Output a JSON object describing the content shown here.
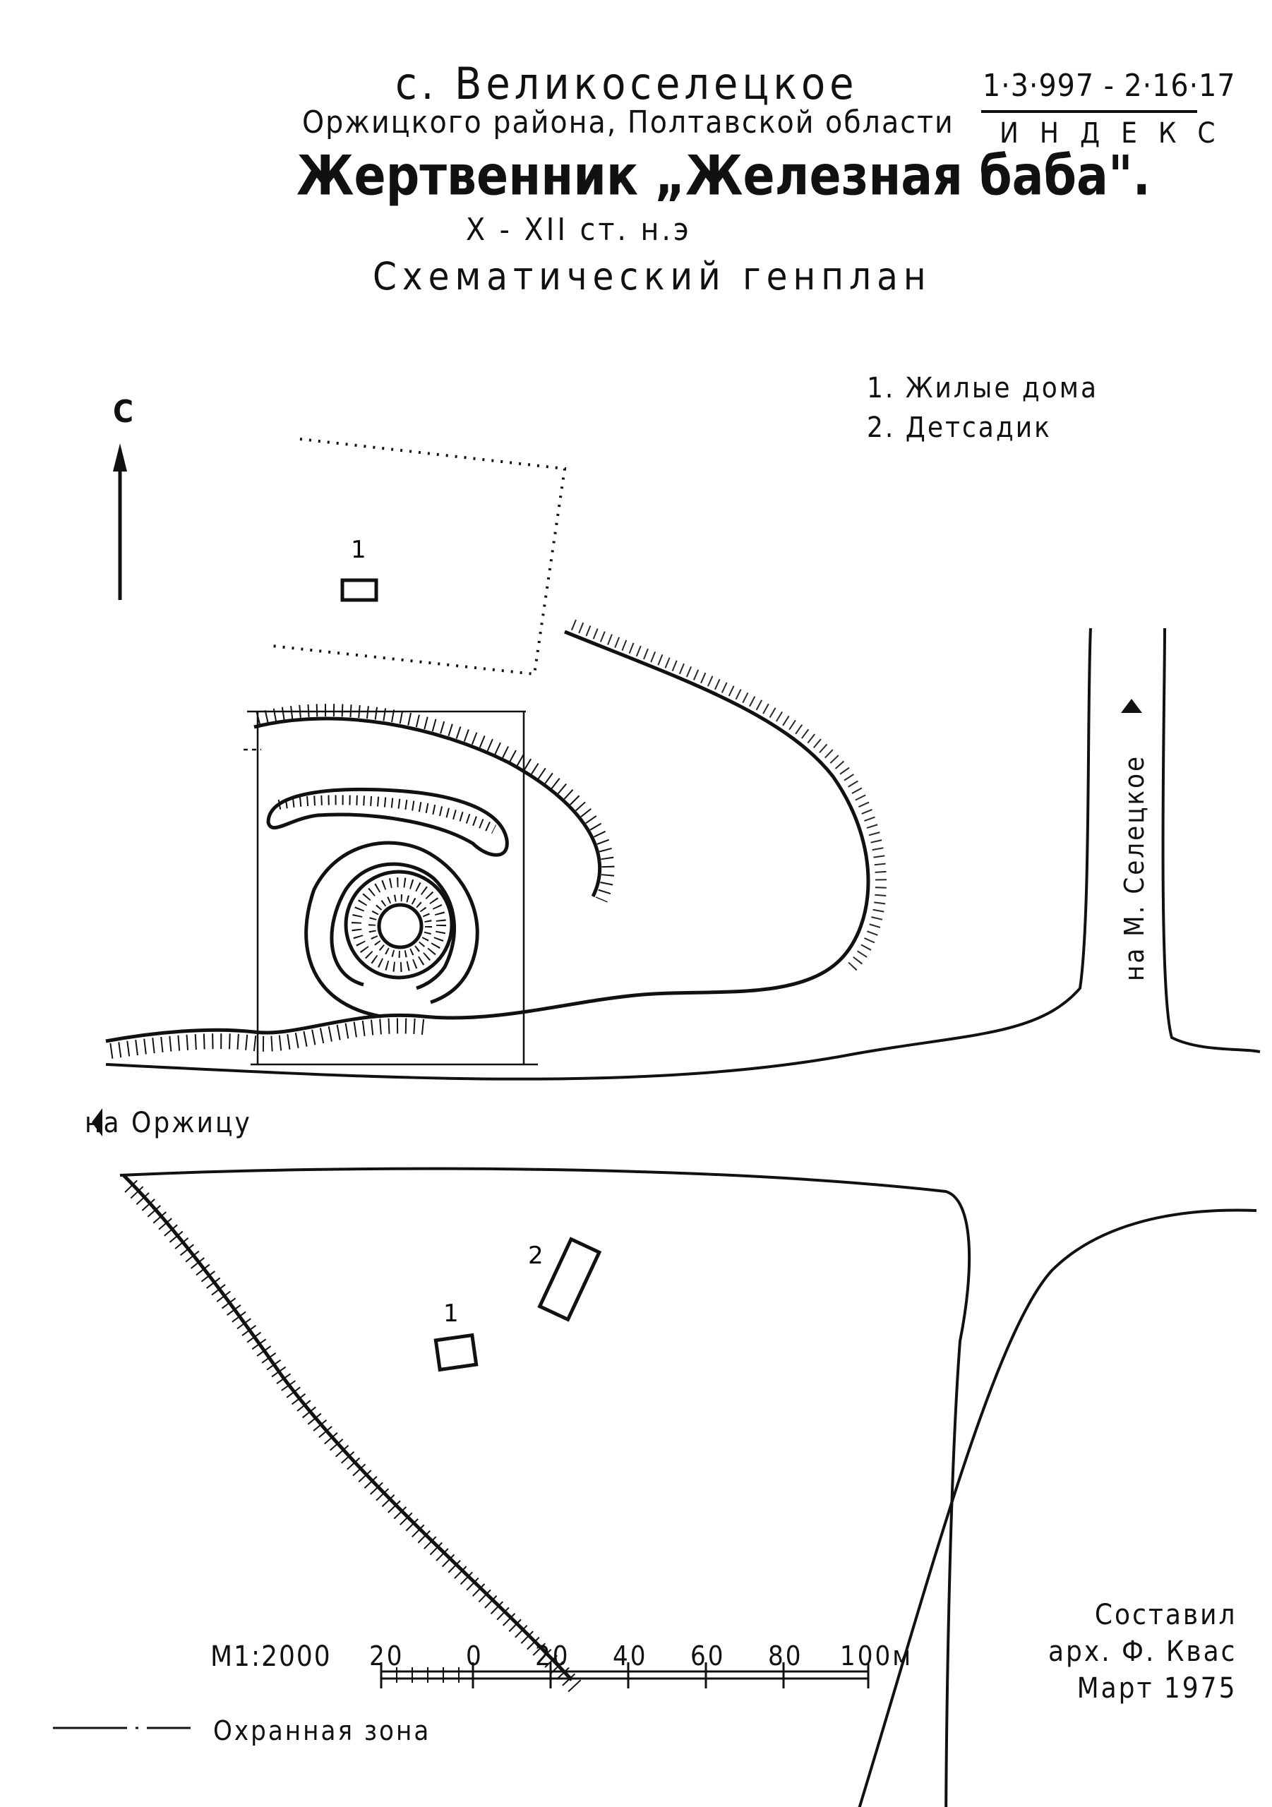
{
  "title": {
    "village": "с. Великоселецкое",
    "district": "Оржицкого района, Полтавской области",
    "monument": "Жертвенник „Железная баба\".",
    "date": "X - XII ст. н.э",
    "plan": "Схематический генплан"
  },
  "index": {
    "code": "1·3·997 - 2·16·17",
    "label": "ИНДЕКС"
  },
  "legend": [
    {
      "number": "1.",
      "text": "Жилые дома"
    },
    {
      "number": "2.",
      "text": "Детсадик"
    }
  ],
  "north": "С",
  "building_labels": [
    "1",
    "1",
    "2"
  ],
  "roads": {
    "left": "на Оржицу",
    "right": "на М. Селецкое"
  },
  "scale": {
    "label": "М1:2000",
    "ticks": [
      "20",
      "0",
      "20",
      "40",
      "60",
      "80",
      "100м"
    ]
  },
  "compiler": {
    "line1": "Составил",
    "line2": "арх. Ф. Квас",
    "line3": "Март 1975"
  },
  "protection_zone": "Охранная зона"
}
